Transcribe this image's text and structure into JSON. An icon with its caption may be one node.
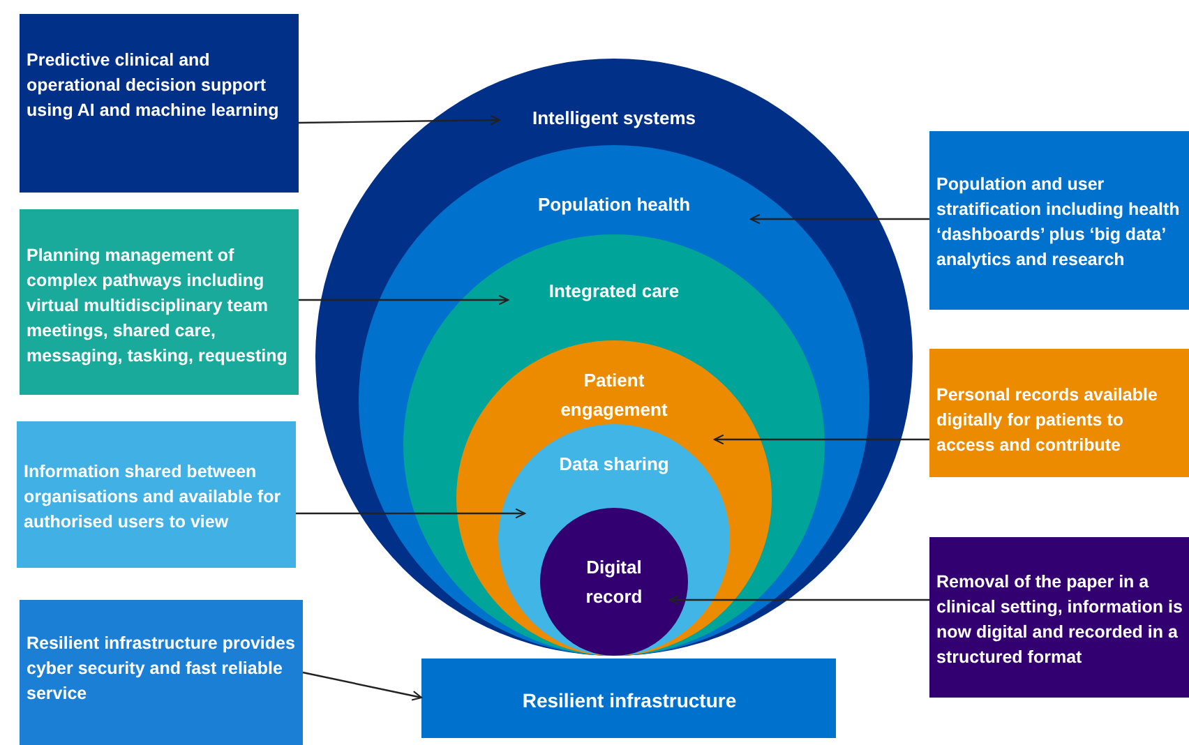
{
  "diagram": {
    "nodes": [
      {
        "text": [
          "Predictive clinical and operational decision support using AI and machine learning"
        ]
      },
      {
        "text": [
          "Intelligent systems"
        ]
      },
      {
        "text": [
          "Population health"
        ],
        "in": 1
      },
      {
        "text": [
          "Integrated care"
        ],
        "in": 2
      },
      {
        "text": [
          "Patient engagement"
        ],
        "in": 3
      },
      {
        "text": [
          "Data sharing"
        ],
        "in": 4
      },
      {
        "text": [
          "Digital record"
        ],
        "in": 5
      },
      {
        "text": [
          "Population and user stratification including health ‘dashboards’ plus ‘big data’ analytics and research"
        ]
      },
      {
        "text": [
          "Planning management of complex pathways including virtual multidisciplinary team meetings, shared care, messaging, tasking, requesting"
        ]
      },
      {
        "text": [
          "Personal records available digitally for patients to access and contribute"
        ]
      },
      {
        "text": [
          "Information shared between organisations and available for  authorised users to view"
        ]
      },
      {
        "text": [
          "Removal of the paper in a clinical setting, information is now digital and recorded in a structured format"
        ]
      },
      {
        "text": [
          "Resilient infrastructure provides cyber security and fast reliable service"
        ]
      },
      {
        "text": [
          "Resilient infrastructure"
        ]
      }
    ],
    "edges": [
      {
        "from": 0,
        "to": 1,
        "arrow": "to"
      },
      {
        "from": 7,
        "to": 2,
        "arrow": "to"
      },
      {
        "from": 8,
        "to": 3,
        "arrow": "to"
      },
      {
        "from": 9,
        "to": 4,
        "arrow": "to"
      },
      {
        "from": 10,
        "to": 5,
        "arrow": "to"
      },
      {
        "from": 11,
        "to": 6,
        "arrow": "to"
      },
      {
        "from": 12,
        "to": 13,
        "arrow": "to"
      }
    ]
  }
}
